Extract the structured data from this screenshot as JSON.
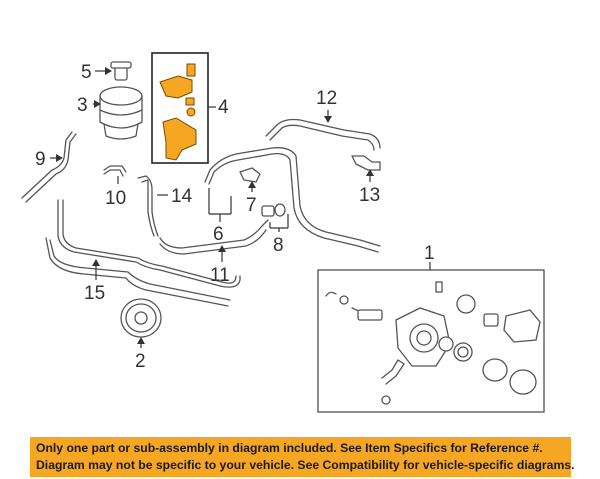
{
  "diagram": {
    "callouts": [
      {
        "id": "1",
        "label": "1"
      },
      {
        "id": "2",
        "label": "2"
      },
      {
        "id": "3",
        "label": "3"
      },
      {
        "id": "4",
        "label": "4"
      },
      {
        "id": "5",
        "label": "5"
      },
      {
        "id": "6",
        "label": "6"
      },
      {
        "id": "7",
        "label": "7"
      },
      {
        "id": "8",
        "label": "8"
      },
      {
        "id": "9",
        "label": "9"
      },
      {
        "id": "10",
        "label": "10"
      },
      {
        "id": "11",
        "label": "11"
      },
      {
        "id": "12",
        "label": "12"
      },
      {
        "id": "13",
        "label": "13"
      },
      {
        "id": "14",
        "label": "14"
      },
      {
        "id": "15",
        "label": "15"
      }
    ],
    "highlight_color": "#f5a623",
    "line_color": "#555555"
  },
  "footer": {
    "line1": "Only one part or sub-assembly in diagram included. See Item Specifics for Reference #.",
    "line2": "Diagram may not be specific to your vehicle. See Compatibility for vehicle-specific diagrams.",
    "background": "#f5a623"
  }
}
